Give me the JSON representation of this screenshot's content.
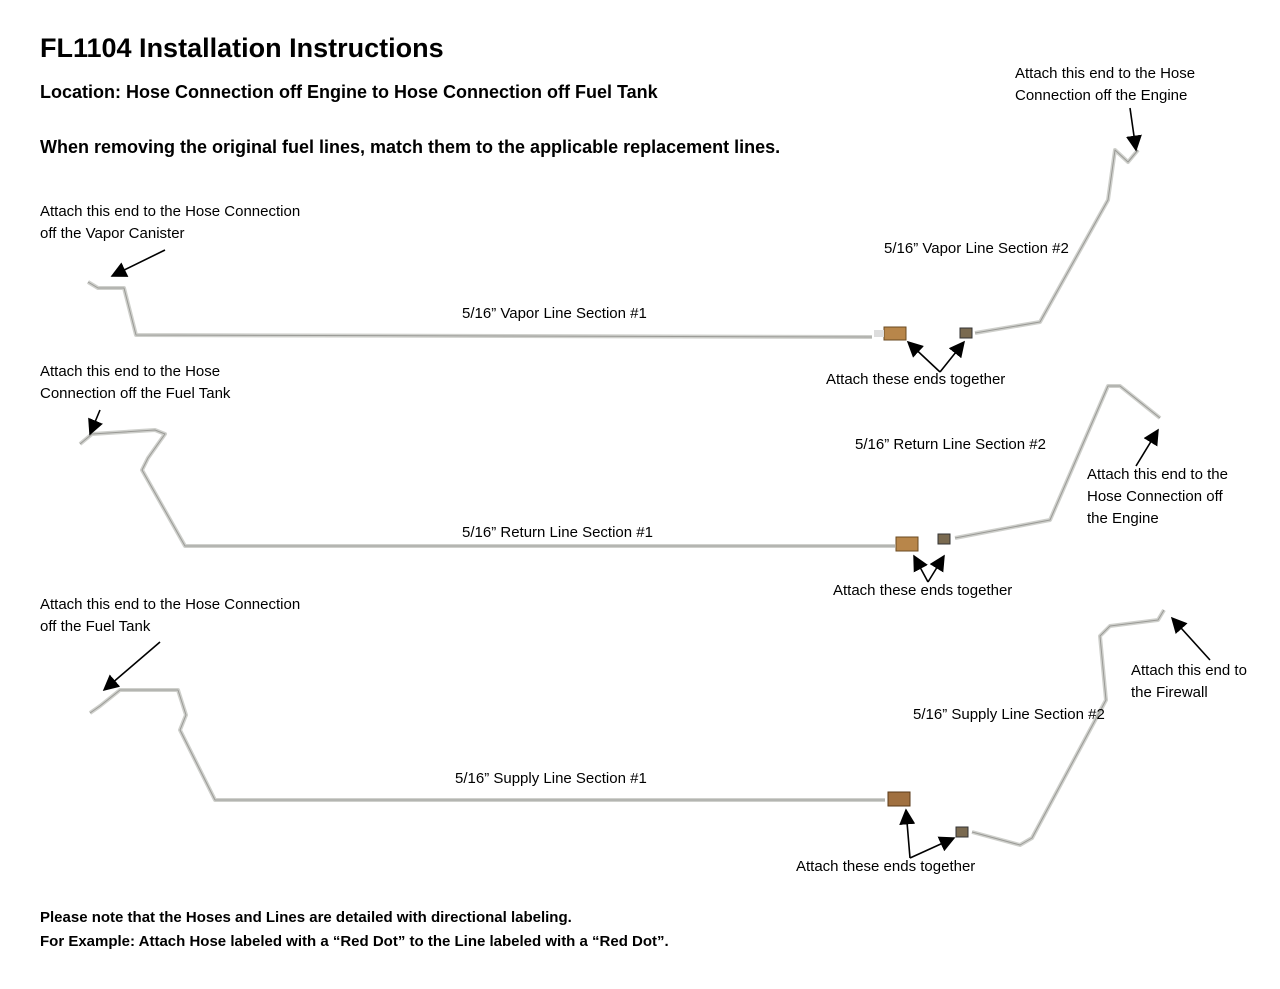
{
  "title": "FL1104 Installation Instructions",
  "location": "Location: Hose Connection off Engine to Hose Connection off Fuel Tank",
  "instruction": "When removing the original fuel lines, match them to the applicable replacement lines.",
  "vapor": {
    "end_engine": [
      "Attach this end to the Hose",
      "Connection off the Engine"
    ],
    "end_canister": [
      "Attach this end to the Hose Connection",
      "off the Vapor Canister"
    ],
    "section2": "5/16”  Vapor Line Section #2",
    "section1": "5/16”  Vapor Line Section #1",
    "join": "Attach these ends together"
  },
  "return": {
    "end_tank": [
      "Attach this end to the Hose",
      "Connection off the Fuel Tank"
    ],
    "section2": "5/16” Return Line Section #2",
    "section1": "5/16” Return Line Section #1",
    "end_engine": [
      "Attach this end to the",
      "Hose Connection off",
      "the Engine"
    ],
    "join": "Attach these ends together"
  },
  "supply": {
    "end_tank": [
      "Attach this end to the Hose Connection",
      "off the Fuel Tank"
    ],
    "end_firewall": [
      "Attach this end to",
      "the Firewall"
    ],
    "section2": "5/16” Supply Line Section #2",
    "section1": "5/16” Supply Line Section #1",
    "join": "Attach these ends together"
  },
  "notes": [
    "Please note that the Hoses and Lines are detailed with directional labeling.",
    "For Example: Attach Hose labeled with a “Red Dot” to the Line labeled with a “Red Dot”."
  ]
}
